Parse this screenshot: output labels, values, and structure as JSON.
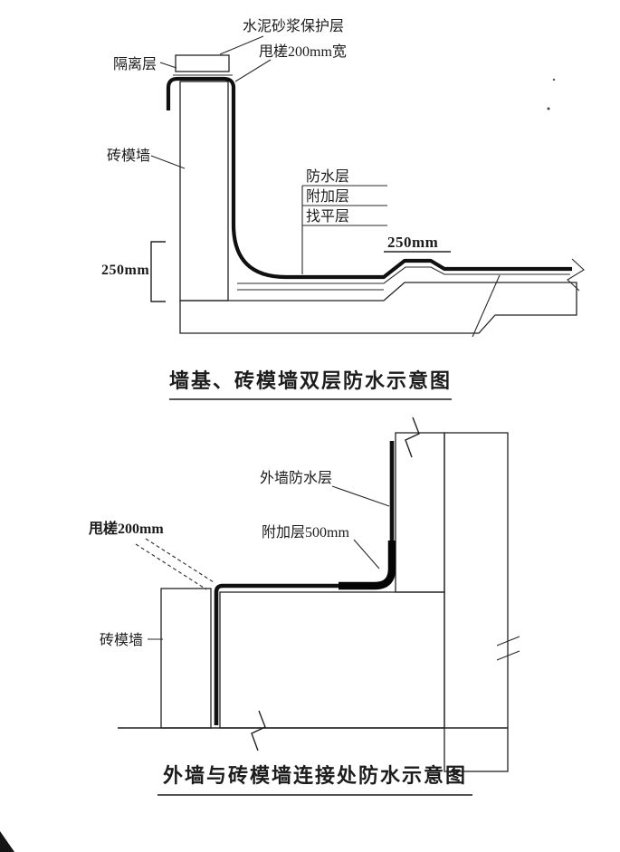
{
  "meta": {
    "paper_color": "#ffffff",
    "ink_color": "#1c1c1c"
  },
  "diagram_top": {
    "title": "墙基、砖模墙双层防水示意图",
    "labels": {
      "protective_layer": "水泥砂浆保护层",
      "lap_joint_width": "甩槎200mm宽",
      "isolation_layer": "隔离层",
      "brick_form_wall": "砖模墙",
      "waterproof_layer": "防水层",
      "additional_layer": "附加层",
      "leveling_layer": "找平层",
      "dim_step": "250mm",
      "dim_upturn": "250mm"
    }
  },
  "diagram_bottom": {
    "title": "外墙与砖模墙连接处防水示意图",
    "labels": {
      "exterior_wall_waterproof_layer": "外墙防水层",
      "lap_joint": "甩槎200mm",
      "additional_layer": "附加层500mm",
      "brick_form_wall": "砖模墙"
    }
  }
}
